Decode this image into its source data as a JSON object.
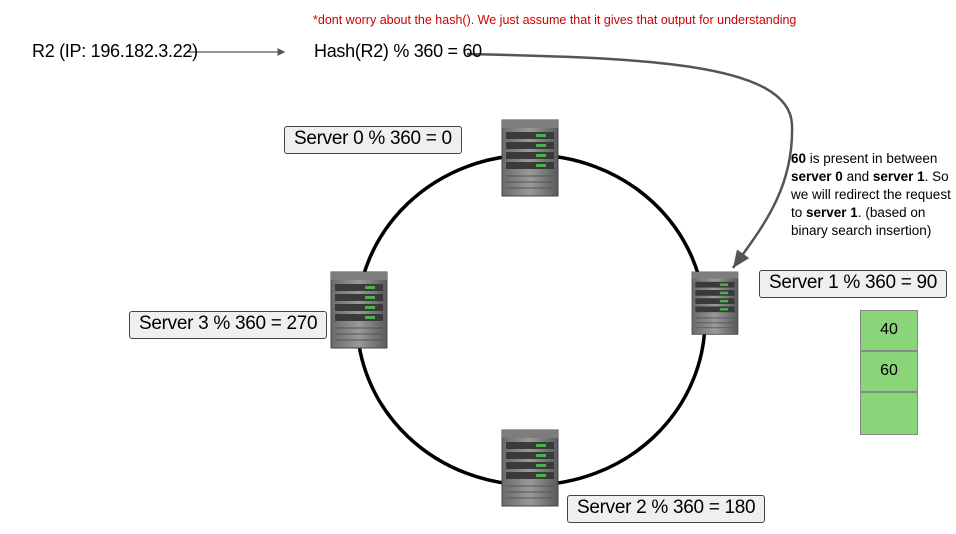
{
  "note": "*dont worry about the hash(). We just assume that it gives that output for understanding",
  "request": "R2 (IP: 196.182.3.22)",
  "hash_expr": "Hash(R2) % 360 = 60",
  "servers": [
    {
      "label": "Server 0 % 360 = 0"
    },
    {
      "label": "Server 1 % 360 = 90"
    },
    {
      "label": "Server 2 % 360 = 180"
    },
    {
      "label": "Server 3 % 360 = 270"
    }
  ],
  "explanation": {
    "v60": "60",
    "t1": " is present in between ",
    "s0": "server 0",
    "t2": " and ",
    "s1": "server 1",
    "t3": ". So we will redirect the request to ",
    "s1b": "server 1",
    "t4": ". (based on binary search insertion)"
  },
  "bucket": [
    "40",
    "60",
    ""
  ],
  "colors": {
    "note": "#cc0000",
    "bucket_fill": "#8ad47a",
    "label_fill": "#efefef",
    "ring": "#000000",
    "arrow": "#555555",
    "server_led": "#4caf50"
  }
}
